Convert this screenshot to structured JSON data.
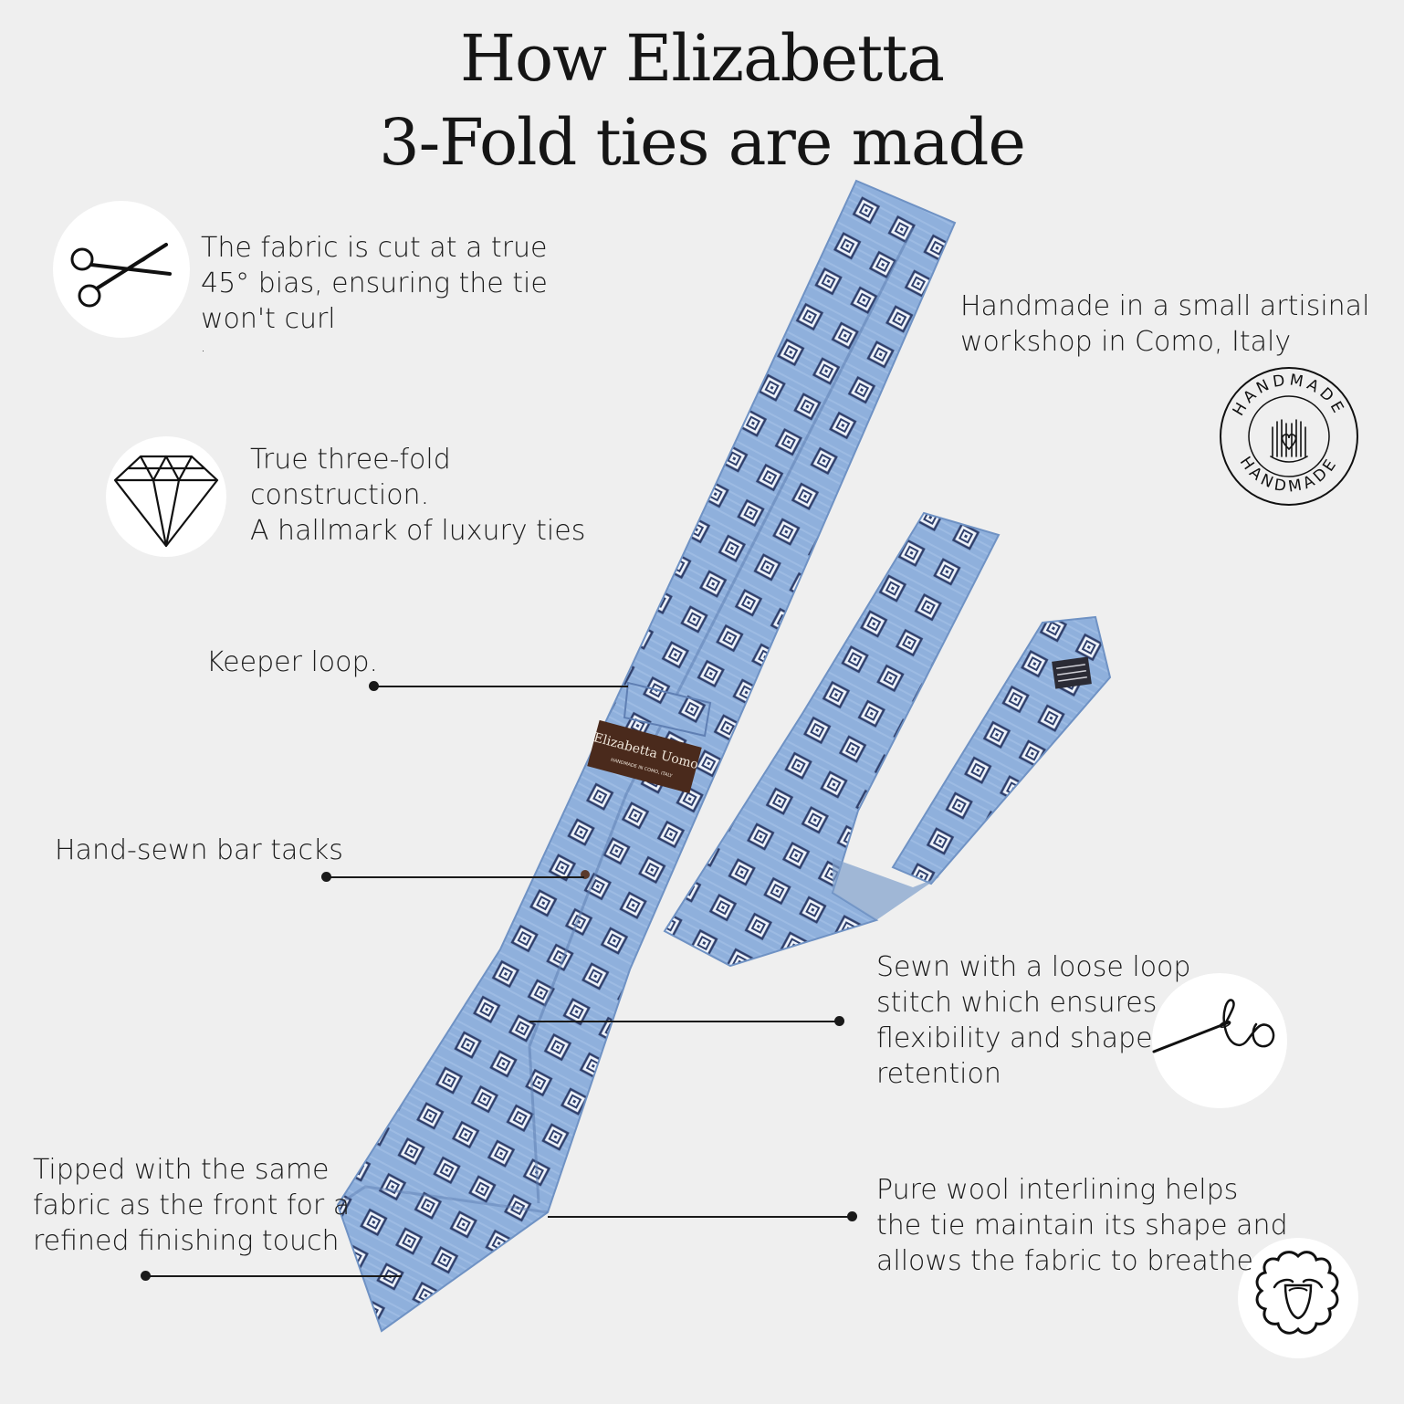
{
  "title": {
    "line1": "How Elizabetta",
    "line2": "3-Fold ties are made"
  },
  "captions": {
    "bias": [
      "The fabric is cut at a true",
      "45° bias, ensuring the tie",
      "won't curl",
      "."
    ],
    "handmade": [
      "Handmade in a small artisinal",
      "workshop in Como, Italy"
    ],
    "three_fold": [
      "True three-fold",
      "construction.",
      "A hallmark of luxury ties"
    ],
    "keeper": [
      "Keeper loop."
    ],
    "bar_tacks": [
      "Hand-sewn bar tacks"
    ],
    "loop_stitch": [
      "Sewn with a loose loop",
      "stitch which ensures",
      "flexibility and shape",
      "retention"
    ],
    "tipped": [
      "Tipped with the same",
      "fabric as the front for a",
      "refined finishing touch"
    ],
    "wool": [
      "Pure wool interlining helps",
      "the tie maintain its shape and",
      "allows the fabric to breathe"
    ]
  },
  "badge": {
    "top_text": "HANDMADE",
    "bottom_text": "HANDMADE"
  },
  "label": {
    "brand": "Elizabetta Uomo",
    "sub": "HANDMADE IN COMO, ITALY"
  },
  "icons": [
    "scissors-icon",
    "diamond-icon",
    "handmade-badge-icon",
    "needle-thread-icon",
    "sheep-icon"
  ],
  "colors": {
    "background": "#efefef",
    "tie_blue": "#8fb0dc",
    "tie_shadow": "#6f92c4",
    "motif_dark": "#2f3f6b",
    "motif_light": "#eef3fb",
    "label_brown": "#4a2a1c"
  }
}
